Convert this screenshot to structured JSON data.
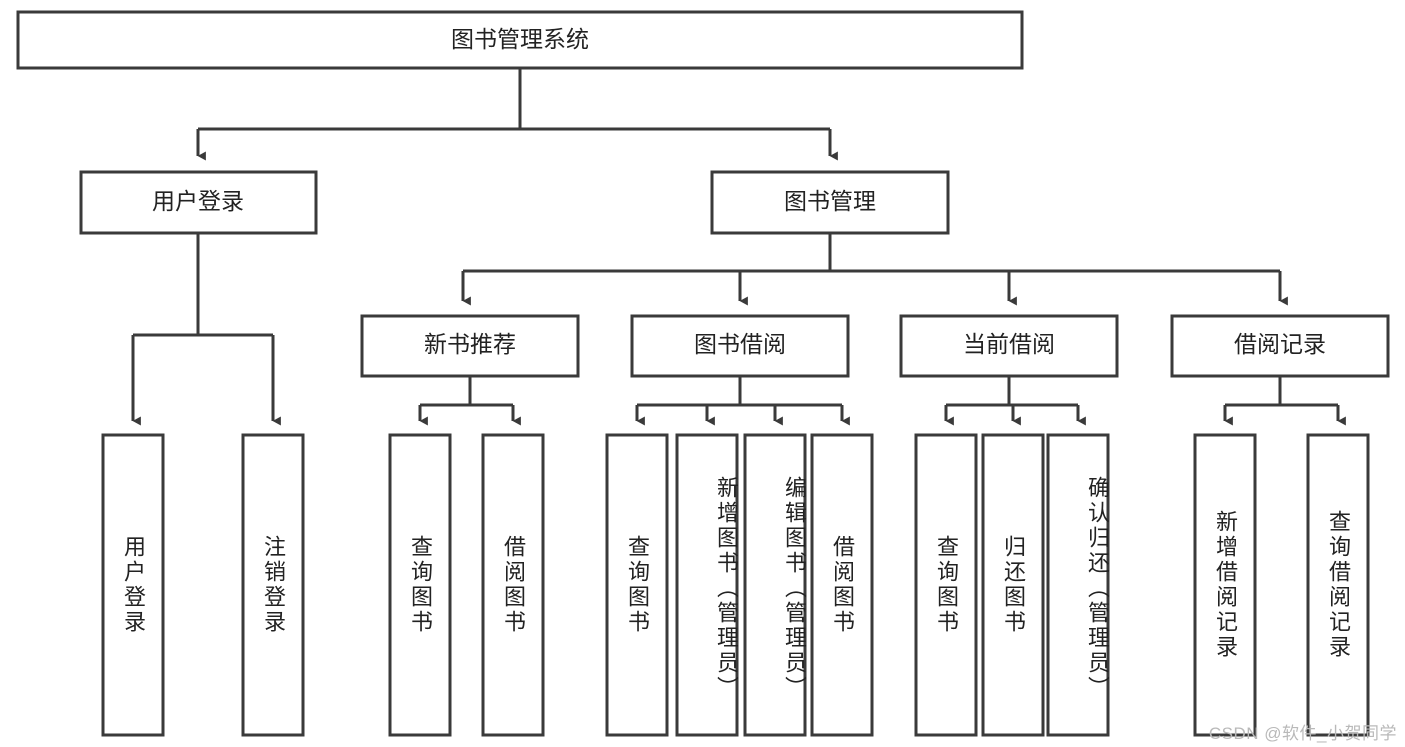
{
  "diagram": {
    "title": "图书管理系统",
    "type": "tree",
    "root": {
      "id": "root",
      "label": "图书管理系统"
    },
    "level2": [
      {
        "id": "user-login",
        "label": "用户登录"
      },
      {
        "id": "book-management",
        "label": "图书管理"
      }
    ],
    "level3": [
      {
        "id": "new-book-recommend",
        "label": "新书推荐",
        "parent": "book-management"
      },
      {
        "id": "book-borrow",
        "label": "图书借阅",
        "parent": "book-management"
      },
      {
        "id": "current-borrow",
        "label": "当前借阅",
        "parent": "book-management"
      },
      {
        "id": "borrow-record",
        "label": "借阅记录",
        "parent": "book-management"
      }
    ],
    "leaves": [
      {
        "id": "leaf-user-login",
        "label": "用户登录",
        "parent": "user-login"
      },
      {
        "id": "leaf-logout-login",
        "label": "注销登录",
        "parent": "user-login"
      },
      {
        "id": "leaf-query-book-1",
        "label": "查询图书",
        "parent": "new-book-recommend"
      },
      {
        "id": "leaf-borrow-book-1",
        "label": "借阅图书",
        "parent": "new-book-recommend"
      },
      {
        "id": "leaf-query-book-2",
        "label": "查询图书",
        "parent": "book-borrow"
      },
      {
        "id": "leaf-add-book-admin",
        "label": "新增图书（管理员）",
        "parent": "book-borrow"
      },
      {
        "id": "leaf-edit-book-admin",
        "label": "编辑图书（管理员）",
        "parent": "book-borrow"
      },
      {
        "id": "leaf-borrow-book-2",
        "label": "借阅图书",
        "parent": "book-borrow"
      },
      {
        "id": "leaf-query-book-3",
        "label": "查询图书",
        "parent": "current-borrow"
      },
      {
        "id": "leaf-return-book",
        "label": "归还图书",
        "parent": "current-borrow"
      },
      {
        "id": "leaf-confirm-return-admin",
        "label": "确认归还（管理员）",
        "parent": "current-borrow"
      },
      {
        "id": "leaf-add-borrow-record",
        "label": "新增借阅记录",
        "parent": "borrow-record"
      },
      {
        "id": "leaf-query-borrow-record",
        "label": "查询借阅记录",
        "parent": "borrow-record"
      }
    ],
    "colors": {
      "box_fill": "#ffffff",
      "box_stroke": "#3a3a3a",
      "text": "#222222",
      "background": "#ffffff",
      "watermark": "#b9b9b9"
    }
  },
  "watermark": {
    "text": "CSDN @软件_小贺同学"
  }
}
